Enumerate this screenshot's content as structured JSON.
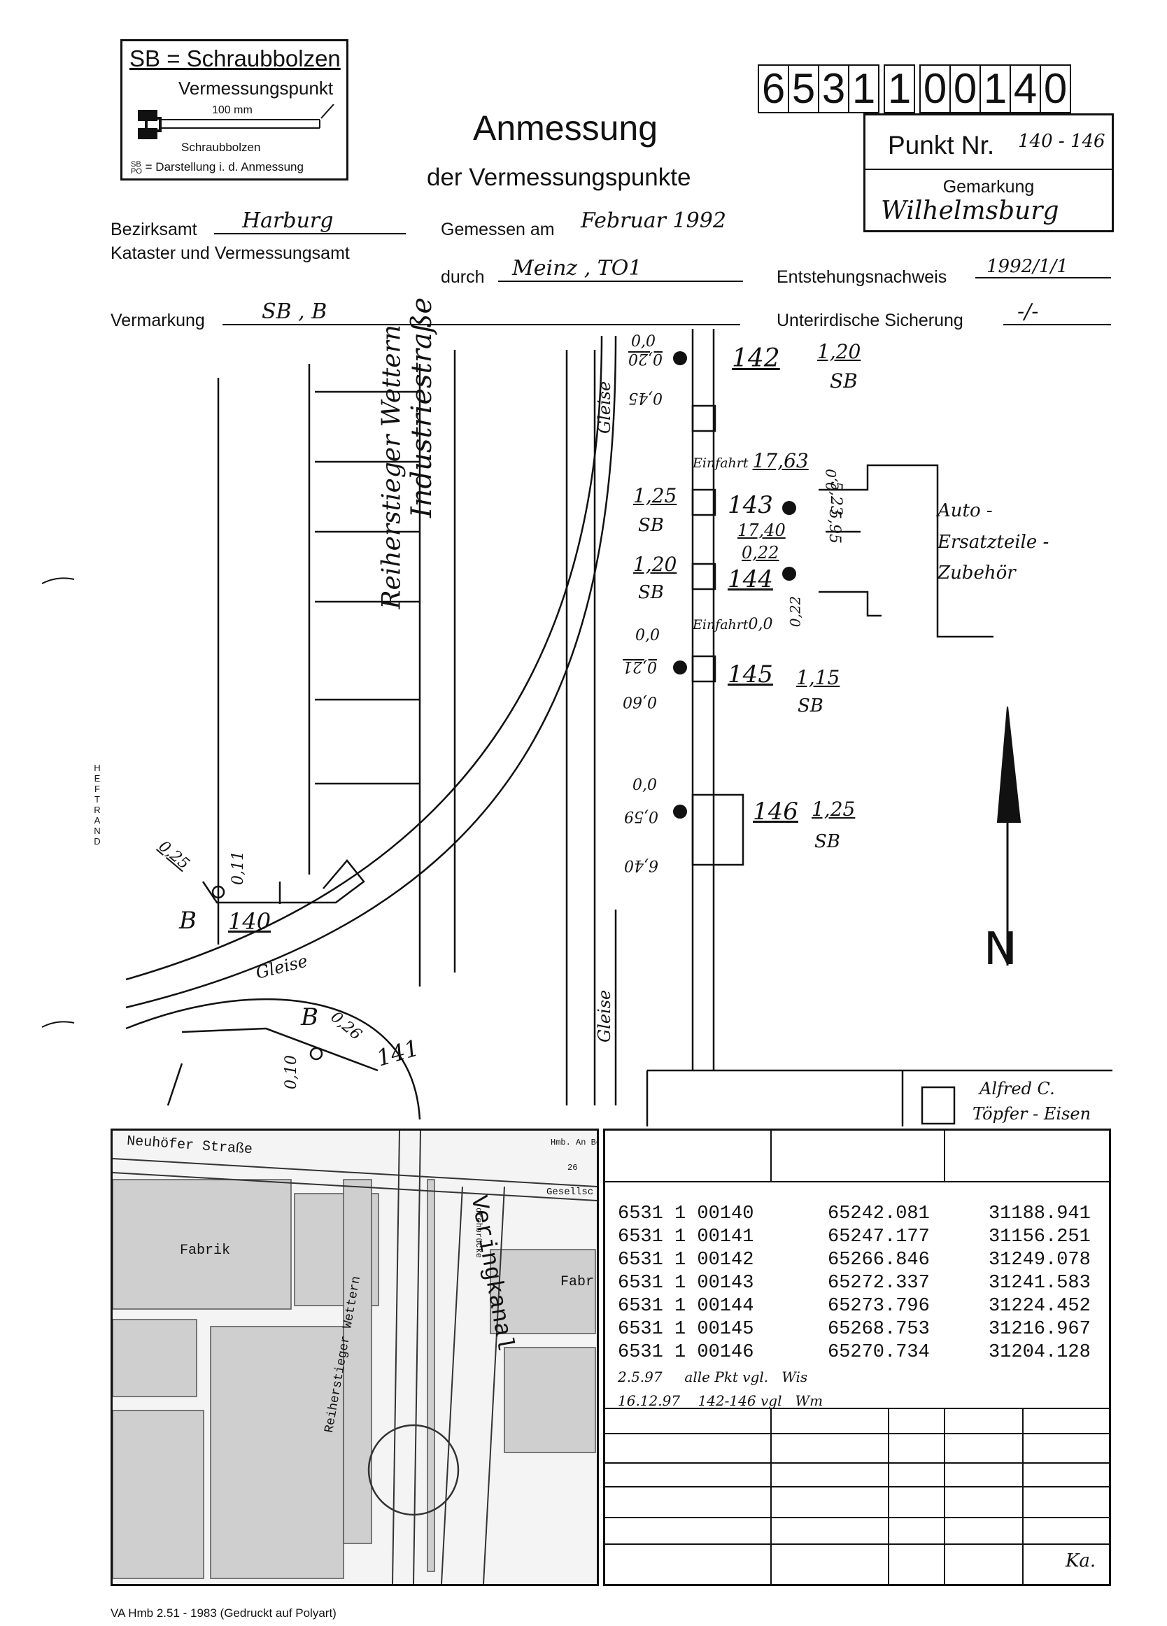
{
  "legend": {
    "title": "SB = Schraubbolzen",
    "subtitle": "Vermessungspunkt",
    "length": "100 mm",
    "bolt_label": "Schraubbolzen",
    "symbol_text": "= Darstellung i. d. Anmessung"
  },
  "header": {
    "number_digits": [
      "6",
      "5",
      "3",
      "1",
      "1",
      "0",
      "0",
      "1",
      "4",
      "0"
    ],
    "title": "Anmessung",
    "subtitle": "der Vermessungspunkte",
    "punkt_label": "Punkt Nr.",
    "punkt_value": "140 - 146",
    "gemarkung_label": "Gemarkung",
    "gemarkung_value": "Wilhelmsburg"
  },
  "form": {
    "bezirksamt_label": "Bezirksamt",
    "bezirksamt_value": "Harburg",
    "kataster_label": "Kataster und Vermessungsamt",
    "gemessen_label": "Gemessen am",
    "gemessen_value": "Februar 1992",
    "durch_label": "durch",
    "durch_value": "Meinz , TO1",
    "entstehung_label": "Entstehungsnachweis",
    "entstehung_value": "1992/1/1",
    "vermarkung_label": "Vermarkung",
    "vermarkung_value": "SB , B",
    "unterirdisch_label": "Unterirdische Sicherung",
    "unterirdisch_value": "-/-"
  },
  "sketch": {
    "labels": {
      "reiherstieger": "Reiherstieger Wettern",
      "industrie": "Industriestraße",
      "gleise_top": "Gleise",
      "gleise_mid": "Gleise",
      "gleise_bottom": "Gleise",
      "auto": "Auto -",
      "auto2": "Ersatzteile -",
      "auto3": "Zubehör",
      "alfred": "Alfred C.",
      "alfred2": "Töpfer - Eisen",
      "einfahrt1": "Einfahrt",
      "einfahrt1_val": "17,63",
      "einfahrt2": "Einfahrt",
      "einfahrt2_val": "0,0",
      "north": "N",
      "heftrand": "HEFTRAND"
    },
    "points": [
      {
        "nr": "140",
        "mark": "B"
      },
      {
        "nr": "141",
        "mark": "B"
      },
      {
        "nr": "142",
        "dist": "1,20",
        "mark": "SB"
      },
      {
        "nr": "143",
        "dist": "1,25",
        "mark": "SB"
      },
      {
        "nr": "144",
        "dist": "1,20",
        "mark": "SB"
      },
      {
        "nr": "145",
        "dist": "1,15",
        "mark": "SB"
      },
      {
        "nr": "146",
        "dist": "1,25",
        "mark": "SB"
      }
    ],
    "measures": {
      "m142a": "0,0",
      "m142b": "0,20",
      "m142c": "0,45",
      "m145a": "0,0",
      "m145b": "0,21",
      "m145c": "0,60",
      "m146a": "0,0",
      "m146b": "0,59",
      "m146c": "6,40",
      "m143a": "17,40",
      "m143b": "0,22",
      "m143c": "5,95",
      "m143d": "5,23",
      "m143e": "0,0",
      "m143f": "0,22",
      "m140a": "0,25",
      "m140b": "0,11",
      "m141a": "0,26",
      "m141b": "0,10"
    }
  },
  "map": {
    "streets": [
      "Neuhöfer Straße",
      "Fabrik",
      "Fabr",
      "Reiherstieger Wettern",
      "Veringkanal",
      "Gesellsc",
      "Hmb. An Besch",
      "26",
      "drehbrücke"
    ]
  },
  "coordinates": {
    "rows": [
      {
        "id": "6531 1 00140",
        "x": "65242.081",
        "y": "31188.941"
      },
      {
        "id": "6531 1 00141",
        "x": "65247.177",
        "y": "31156.251"
      },
      {
        "id": "6531 1 00142",
        "x": "65266.846",
        "y": "31249.078"
      },
      {
        "id": "6531 1 00143",
        "x": "65272.337",
        "y": "31241.583"
      },
      {
        "id": "6531 1 00144",
        "x": "65273.796",
        "y": "31224.452"
      },
      {
        "id": "6531 1 00145",
        "x": "65268.753",
        "y": "31216.967"
      },
      {
        "id": "6531 1 00146",
        "x": "65270.734",
        "y": "31204.128"
      }
    ],
    "notes": [
      {
        "date": "2.5.97",
        "text": "alle Pkt vgl.",
        "sign": "Wis"
      },
      {
        "date": "16.12.97",
        "text": "142-146 vgl",
        "sign": "Wm"
      }
    ],
    "signature": "Ka."
  },
  "footer": "VA Hmb 2.51 - 1983 (Gedruckt auf Polyart)"
}
